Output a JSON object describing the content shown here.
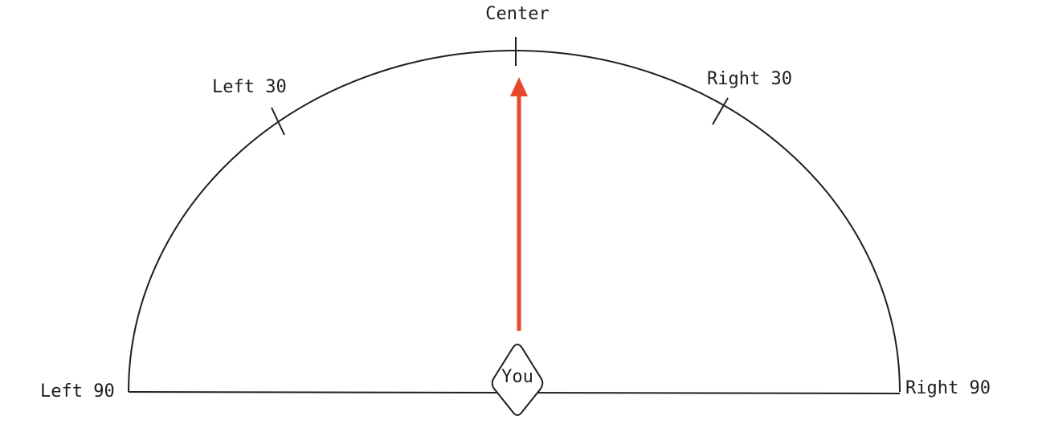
{
  "labels": {
    "center": "Center",
    "left_30": "Left 30",
    "right_30": "Right 30",
    "left_90": "Left 90",
    "right_90": "Right 90",
    "you": "You"
  },
  "colors": {
    "stroke": "#1e1e1e",
    "arrow": "#e8482a",
    "background": "#ffffff"
  }
}
